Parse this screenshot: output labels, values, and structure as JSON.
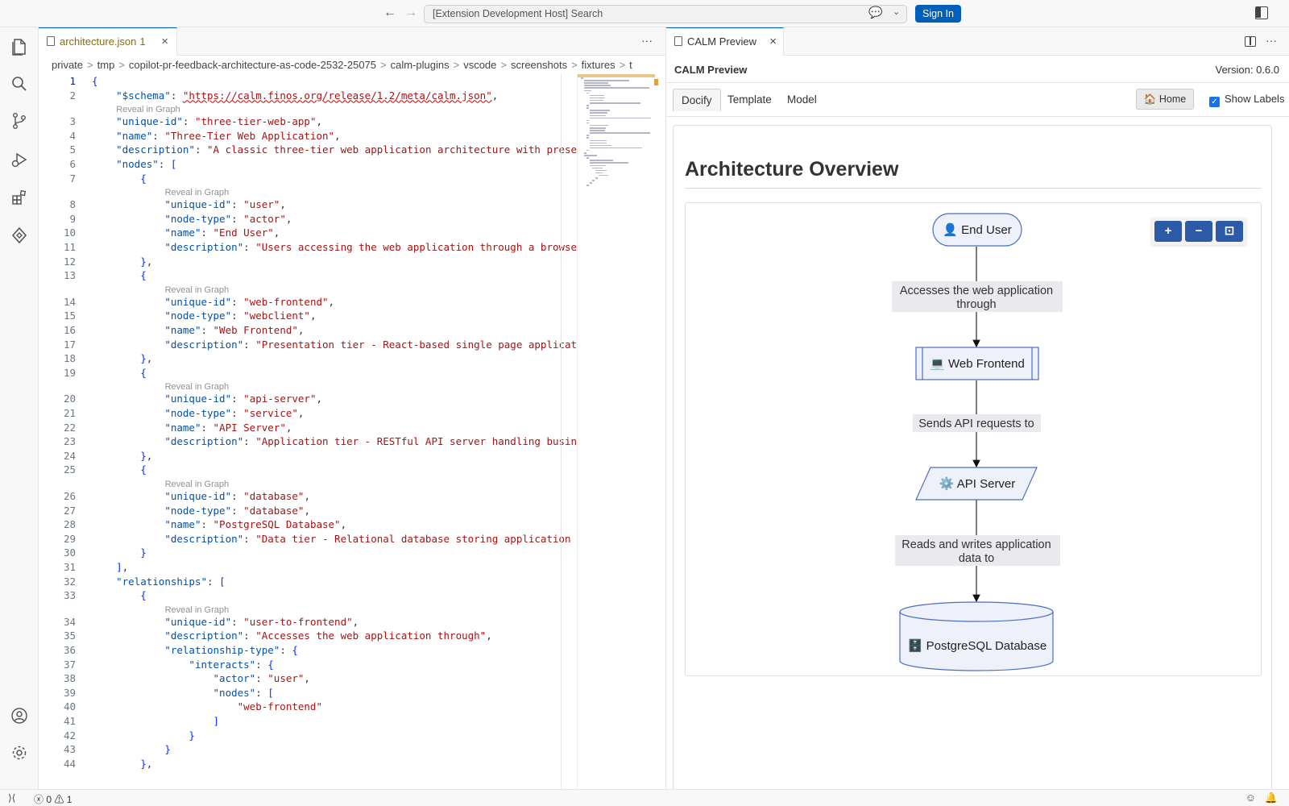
{
  "titlebar": {
    "search_placeholder": "[Extension Development Host] Search",
    "signin_label": "Sign In"
  },
  "activity": [
    "explorer-icon",
    "search-icon",
    "source-control-icon",
    "run-debug-icon",
    "extensions-icon",
    "calm-icon",
    "account-icon",
    "gear-icon"
  ],
  "editor": {
    "tab_title": "architecture.json",
    "tab_badge": "1",
    "breadcrumbs": [
      "private",
      "tmp",
      "copilot-pr-feedback-architecture-as-code-2532-25075",
      "calm-plugins",
      "vscode",
      "screenshots",
      "fixtures",
      "t"
    ],
    "codelens_label": "Reveal in Graph",
    "lines": [
      {
        "n": "1",
        "t": "{"
      },
      {
        "n": "2",
        "t": "    \"$schema\": \"https://calm.finos.org/release/1.2/meta/calm.json\","
      },
      {
        "n": "3",
        "t": "    \"unique-id\": \"three-tier-web-app\","
      },
      {
        "n": "4",
        "t": "    \"name\": \"Three-Tier Web Application\","
      },
      {
        "n": "5",
        "t": "    \"description\": \"A classic three-tier web application architecture with presentation, applica"
      },
      {
        "n": "6",
        "t": "    \"nodes\": ["
      },
      {
        "n": "7",
        "t": "        {"
      },
      {
        "n": "8",
        "t": "            \"unique-id\": \"user\","
      },
      {
        "n": "9",
        "t": "            \"node-type\": \"actor\","
      },
      {
        "n": "10",
        "t": "            \"name\": \"End User\","
      },
      {
        "n": "11",
        "t": "            \"description\": \"Users accessing the web application through a browser\""
      },
      {
        "n": "12",
        "t": "        },"
      },
      {
        "n": "13",
        "t": "        {"
      },
      {
        "n": "14",
        "t": "            \"unique-id\": \"web-frontend\","
      },
      {
        "n": "15",
        "t": "            \"node-type\": \"webclient\","
      },
      {
        "n": "16",
        "t": "            \"name\": \"Web Frontend\","
      },
      {
        "n": "17",
        "t": "            \"description\": \"Presentation tier - React-based single page application served to use"
      },
      {
        "n": "18",
        "t": "        },"
      },
      {
        "n": "19",
        "t": "        {"
      },
      {
        "n": "20",
        "t": "            \"unique-id\": \"api-server\","
      },
      {
        "n": "21",
        "t": "            \"node-type\": \"service\","
      },
      {
        "n": "22",
        "t": "            \"name\": \"API Server\","
      },
      {
        "n": "23",
        "t": "            \"description\": \"Application tier - RESTful API server handling business logic and re"
      },
      {
        "n": "24",
        "t": "        },"
      },
      {
        "n": "25",
        "t": "        {"
      },
      {
        "n": "26",
        "t": "            \"unique-id\": \"database\","
      },
      {
        "n": "27",
        "t": "            \"node-type\": \"database\","
      },
      {
        "n": "28",
        "t": "            \"name\": \"PostgreSQL Database\","
      },
      {
        "n": "29",
        "t": "            \"description\": \"Data tier - Relational database storing application data"
      },
      {
        "n": "30",
        "t": "        }"
      },
      {
        "n": "31",
        "t": "    ],"
      },
      {
        "n": "32",
        "t": "    \"relationships\": ["
      },
      {
        "n": "33",
        "t": "        {"
      },
      {
        "n": "34",
        "t": "            \"unique-id\": \"user-to-frontend\","
      },
      {
        "n": "35",
        "t": "            \"description\": \"Accesses the web application through\","
      },
      {
        "n": "36",
        "t": "            \"relationship-type\": {"
      },
      {
        "n": "37",
        "t": "                \"interacts\": {"
      },
      {
        "n": "38",
        "t": "                    \"actor\": \"user\","
      },
      {
        "n": "39",
        "t": "                    \"nodes\": ["
      },
      {
        "n": "40",
        "t": "                        \"web-frontend\""
      },
      {
        "n": "41",
        "t": "                    ]"
      },
      {
        "n": "42",
        "t": "                }"
      },
      {
        "n": "43",
        "t": "            }"
      },
      {
        "n": "44",
        "t": "        },"
      }
    ]
  },
  "preview": {
    "tab_title": "CALM Preview",
    "panel_title": "CALM Preview",
    "version": "Version: 0.6.0",
    "tabs": [
      "Docify",
      "Template",
      "Model"
    ],
    "home_label": "🏠 Home",
    "show_labels": "Show Labels",
    "heading": "Architecture Overview",
    "zoom": {
      "in": "+",
      "out": "−",
      "fit": "⊡"
    },
    "nodes": [
      {
        "icon": "👤",
        "label": "End User"
      },
      {
        "icon": "💻",
        "label": "Web Frontend"
      },
      {
        "icon": "⚙️",
        "label": "API Server"
      },
      {
        "icon": "🗄️",
        "label": "PostgreSQL Database"
      }
    ],
    "edges": [
      {
        "line1": "Accesses the web application",
        "line2": "through"
      },
      {
        "line1": "Sends API requests to",
        "line2": ""
      },
      {
        "line1": "Reads and writes application",
        "line2": "data to"
      }
    ]
  },
  "statusbar": {
    "errors": "0",
    "warnings": "1"
  }
}
